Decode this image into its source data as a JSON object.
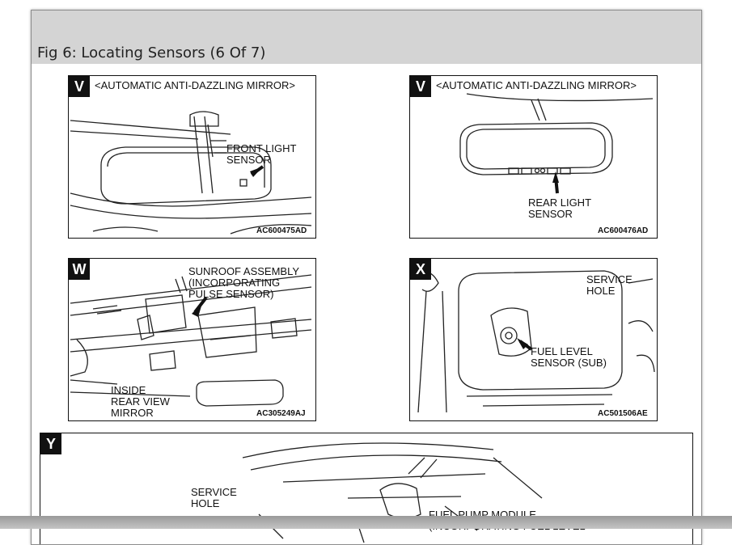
{
  "caption": "Fig 6: Locating Sensors (6 Of 7)",
  "panels": {
    "v1": {
      "letter": "V",
      "title": "<AUTOMATIC ANTI-DAZZLING MIRROR>",
      "label_line1": "FRONT LIGHT",
      "label_line2": "SENSOR",
      "code": "AC600475AD"
    },
    "v2": {
      "letter": "V",
      "title": "<AUTOMATIC ANTI-DAZZLING MIRROR>",
      "label_line1": "REAR LIGHT",
      "label_line2": "SENSOR",
      "code": "AC600476AD"
    },
    "w": {
      "letter": "W",
      "label_a_line1": "SUNROOF ASSEMBLY",
      "label_a_line2": "(INCORPORATING",
      "label_a_line3": "PULSE SENSOR)",
      "label_b_line1": "INSIDE",
      "label_b_line2": "REAR VIEW",
      "label_b_line3": "MIRROR",
      "code": "AC305249AJ"
    },
    "x": {
      "letter": "X",
      "label_a_line1": "SERVICE",
      "label_a_line2": "HOLE",
      "label_b_line1": "FUEL LEVEL",
      "label_b_line2": "SENSOR (SUB)",
      "code": "AC501506AE"
    },
    "y": {
      "letter": "Y",
      "label_a_line1": "SERVICE",
      "label_a_line2": "HOLE",
      "label_b_line1": "FUEL PUMP MODULE",
      "label_b_line2": "(INCORPORATING FUEL LEVEL"
    }
  }
}
